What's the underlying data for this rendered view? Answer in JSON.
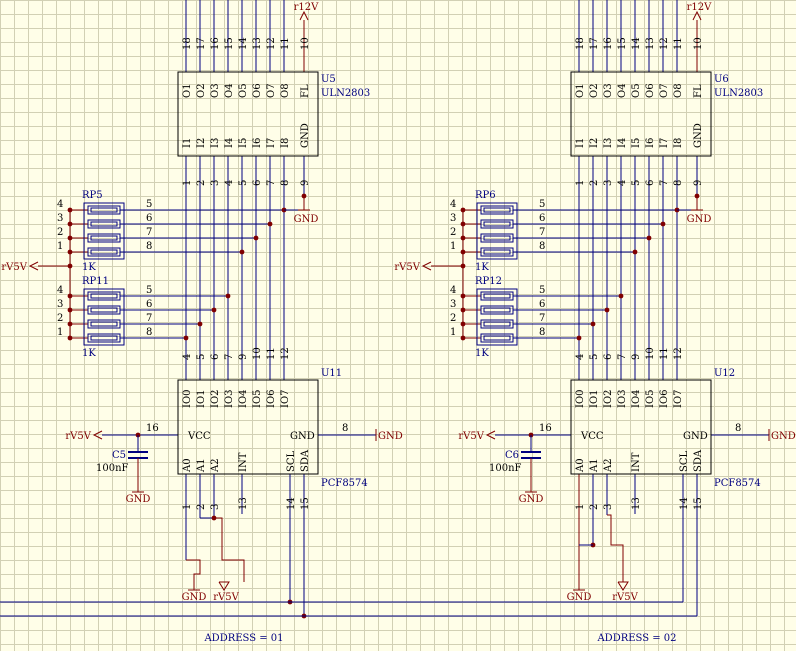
{
  "colors": {
    "background": "#fffee8",
    "grid": "#d2d0b4",
    "wire": "#000080",
    "body": "#000000",
    "power": "#800000",
    "junction": "#800000"
  },
  "texts": {
    "r12v": "r12V",
    "rv5v": "rV5V",
    "gnd": "GND",
    "u5_ref": "U5",
    "u6_ref": "U6",
    "uln_type": "ULN2803",
    "rp5": "RP5",
    "rp11": "RP11",
    "rp6": "RP6",
    "rp12": "RP12",
    "res_value": "1K",
    "u11_ref": "U11",
    "u12_ref": "U12",
    "pcf_type": "PCF8574",
    "c5": "C5",
    "c6": "C6",
    "cap_value": "100nF",
    "addr1": "ADDRESS = 01",
    "addr2": "ADDRESS = 02"
  },
  "uln_top_pins": [
    "18",
    "17",
    "16",
    "15",
    "14",
    "13",
    "12",
    "11",
    "10"
  ],
  "uln_top_names": [
    "O1",
    "O2",
    "O3",
    "O4",
    "O5",
    "O6",
    "O7",
    "O8",
    "FL"
  ],
  "uln_bottom_names": [
    "I1",
    "I2",
    "I3",
    "I4",
    "I5",
    "I6",
    "I7",
    "I8",
    "GND"
  ],
  "uln_bottom_pins": [
    "1",
    "2",
    "3",
    "4",
    "5",
    "6",
    "7",
    "8",
    "9"
  ],
  "rp_left_pins": [
    "4",
    "3",
    "2",
    "1"
  ],
  "rp_right_pins": [
    "5",
    "6",
    "7",
    "8"
  ],
  "pcf_top_pins": [
    "4",
    "5",
    "6",
    "7",
    "9",
    "10",
    "11",
    "12"
  ],
  "pcf_top_names": [
    "IO0",
    "IO1",
    "IO2",
    "IO3",
    "IO4",
    "IO5",
    "IO6",
    "IO7"
  ],
  "pcf_left": {
    "name": "VCC",
    "pin": "16"
  },
  "pcf_right": {
    "name": "GND",
    "pin": "8"
  },
  "pcf_bottom_names": [
    "A0",
    "A1",
    "A2",
    "INT",
    "SCL",
    "SDA"
  ],
  "pcf_bottom_pins": [
    "1",
    "2",
    "3",
    "13",
    "14",
    "15"
  ]
}
